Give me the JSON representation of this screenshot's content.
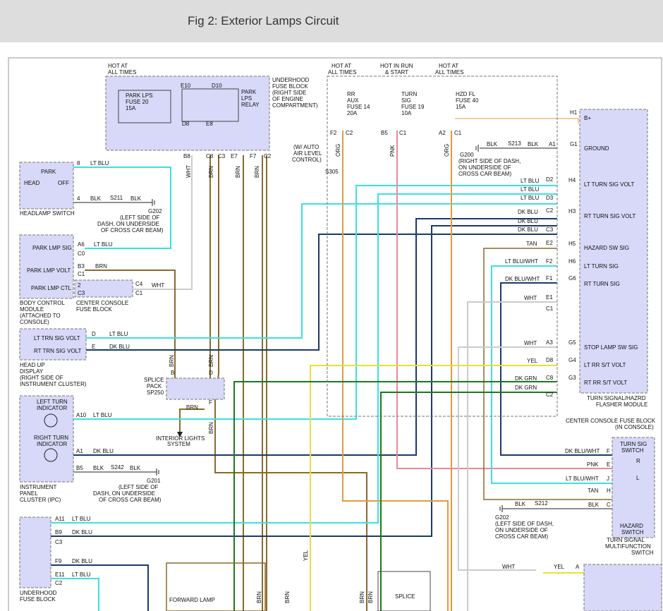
{
  "header": {
    "title": "Fig 2: Exterior Lamps Circuit"
  },
  "colors": {
    "lt_blu": "#3de0e0",
    "dk_blu": "#1a3a6a",
    "brn": "#8b6a2a",
    "pnk": "#e88a9a",
    "org": "#e89a3a",
    "yel": "#e8e03a",
    "dk_grn": "#1a7a1a",
    "blk": "#222222",
    "wht": "#cccccc",
    "module_fill": "#d8d8f8"
  },
  "modules": {
    "underhood_fuse": {
      "label1": "UNDERHOOD",
      "label2": "FUSE BLOCK",
      "label3": "(RIGHT SIDE",
      "label4": "OF ENGINE",
      "label5": "COMPARTMENT)"
    },
    "hot_at_all_times_1": {
      "l1": "HOT AT",
      "l2": "ALL TIMES"
    },
    "park_fuse": {
      "l1": "PARK LPS",
      "l2": "FUSE 20",
      "l3": "15A"
    },
    "park_relay": {
      "l1": "PARK",
      "l2": "LPS",
      "l3": "RELAY"
    },
    "headlamp_switch": {
      "label": "HEADLAMP SWITCH",
      "head": "HEAD",
      "park": "PARK",
      "off": "OFF"
    },
    "g202a": {
      "id": "G202",
      "l1": "(LEFT SIDE OF",
      "l2": "DASH, ON UNDERSIDE",
      "l3": "OF CROSS CAR BEAM)"
    },
    "bcm": {
      "l1": "BODY CONTROL",
      "l2": "MODULE",
      "l3": "(ATTACHED TO",
      "l4": "CONSOLE)",
      "park_lmp_sig": "PARK LMP SIG",
      "park_lmp_volt": "PARK LMP VOLT",
      "park_lmp_ctl": "PARK LMP CTL"
    },
    "ccfb_small": {
      "l1": "CENTER CONSOLE",
      "l2": "FUSE BLOCK"
    },
    "hud": {
      "l1": "HEAD UP",
      "l2": "DISPLAY",
      "l3": "(RIGHT SIDE OF",
      "l4": "INSTRUMENT CLUSTER)",
      "lt": "LT TRN SIG VOLT",
      "rt": "RT TRN SIG VOLT"
    },
    "splice_pack": {
      "l1": "SPLICE",
      "l2": "PACK",
      "l3": "SP250"
    },
    "interior_lights": {
      "l1": "INTERIOR LIGHTS",
      "l2": "SYSTEM"
    },
    "ipc": {
      "l1": "INSTRUMENT",
      "l2": "PANEL",
      "l3": "CLUSTER (IPC)",
      "left1": "LEFT TURN",
      "left2": "INDICATOR",
      "right1": "RIGHT TURN",
      "right2": "INDICATOR"
    },
    "g201": {
      "id": "G201",
      "l1": "(LEFT SIDE OF",
      "l2": "DASH, ON UNDERSIDE",
      "l3": "OF CROSS CAR BEAM)"
    },
    "underhood_fuse_2": {
      "l1": "UNDERHOOD",
      "l2": "FUSE BLOCK"
    },
    "forward_lamp": {
      "l1": "FORWARD LAMP"
    },
    "splice_bottom": {
      "l1": "SPLICE"
    },
    "w_auto": {
      "l1": "(W/ AUTO",
      "l2": "AIR LEVEL",
      "l3": "CONTROL)",
      "id": "S305"
    },
    "hot_rr": {
      "l1": "HOT AT",
      "l2": "ALL TIMES",
      "f1": "RR",
      "f2": "AUX",
      "f3": "FUSE 14",
      "f4": "20A"
    },
    "hot_turn": {
      "l1": "HOT IN RUN",
      "l2": "& START",
      "f1": "TURN",
      "f2": "SIG",
      "f3": "FUSE 19",
      "f4": "10A"
    },
    "hot_hzd": {
      "l1": "HOT AT",
      "l2": "ALL TIMES",
      "f1": "HZD FL",
      "f2": "FUSE 40",
      "f3": "15A"
    },
    "g200": {
      "id": "G200",
      "l1": "(RIGHT SIDE OF DASH,",
      "l2": "ON UNDERSIDE OF",
      "l3": "CROSS CAR BEAM)"
    },
    "flasher": {
      "l1": "TURN SIGNAL/HAZRD",
      "l2": "FLASHER MODULE",
      "bplus": "B+",
      "ground": "GROUND",
      "lt_turn_sig_volt": "LT TURN SIG VOLT",
      "rt_turn_sig_volt": "RT TURN SIG VOLT",
      "hazard_sw_sig": "HAZARD SW SIG",
      "lt_turn_sig": "LT TURN SIG",
      "rt_turn_sig": "RT TURN SIG",
      "stop_lamp": "STOP LAMP SW SIG",
      "lt_rr": "LT RR S/T VOLT",
      "rt_rr": "RT RR S/T VOLT"
    },
    "ccfb_big": {
      "l1": "CENTER CONSOLE FUSE BLOCK",
      "l2": "(IN CONSOLE)"
    },
    "turn_sig_switch": {
      "l1": "TURN SIG",
      "l2": "SWITCH",
      "r": "R",
      "l": "L",
      "hz1": "HAZARD",
      "hz2": "SWITCH"
    },
    "multifunction": {
      "l1": "TURN SIGNAL",
      "l2": "MULTIFUNCTION",
      "l3": "SWITCH"
    },
    "g202b": {
      "id": "G202",
      "l1": "(LEFT SIDE OF DASH,",
      "l2": "ON UNDERSIDE OF",
      "l3": "CROSS CAR BEAM)"
    }
  },
  "labels": {
    "s211": "S211",
    "s213": "S213",
    "s242": "S242",
    "s212": "S212",
    "lt_blu": "LT BLU",
    "dk_blu": "DK BLU",
    "brn": "BRN",
    "blk": "BLK",
    "wht": "WHT",
    "org": "ORG",
    "pnk": "PNK",
    "yel": "YEL",
    "tan": "TAN",
    "dk_grn": "DK GRN",
    "lt_blu_wht": "LT BLU/WHT",
    "dk_blu_wht": "DK BLU/WHT",
    "pins": {
      "e10": "E10",
      "d10": "D10",
      "d8": "D8",
      "e8": "E8",
      "b8": "B8",
      "c8": "C8",
      "c3": "C3",
      "e7": "E7",
      "f7": "F7",
      "c2": "C2",
      "p8": "8",
      "p4": "4",
      "a6": "A6",
      "c0": "C0",
      "b3": "B3",
      "c1": "C1",
      "p2": "2",
      "c3b": "C3",
      "c4": "C4",
      "c1b": "C1",
      "d": "D",
      "e": "E",
      "b": "B",
      "f": "F",
      "a10": "A10",
      "a1": "A1",
      "b5": "B5",
      "a11": "A11",
      "b9": "B9",
      "c3c": "C3",
      "f9": "F9",
      "e11": "E11",
      "c2b": "C2",
      "f2": "F2",
      "c2c": "C2",
      "b5b": "B5",
      "c1c": "C1",
      "a2": "A2",
      "c1d": "C1",
      "h1": "H1",
      "a1b": "A1",
      "g1": "G1",
      "d2": "D2",
      "h4": "H4",
      "d3": "D3",
      "c2d": "C2",
      "h3": "H3",
      "c3d": "C3",
      "e2": "E2",
      "h5": "H5",
      "f2b": "F2",
      "h6": "H6",
      "f1": "F1",
      "g6": "G6",
      "e1": "E1",
      "c1e": "C1",
      "a3": "A3",
      "g5": "G5",
      "d8b": "D8",
      "g4": "G4",
      "c8b": "C8",
      "g3": "G3",
      "c2e": "C2",
      "f_ts": "F",
      "e_ts": "E",
      "j_ts": "J",
      "h_ts": "H",
      "c_ts": "C",
      "a_bot": "A"
    }
  }
}
